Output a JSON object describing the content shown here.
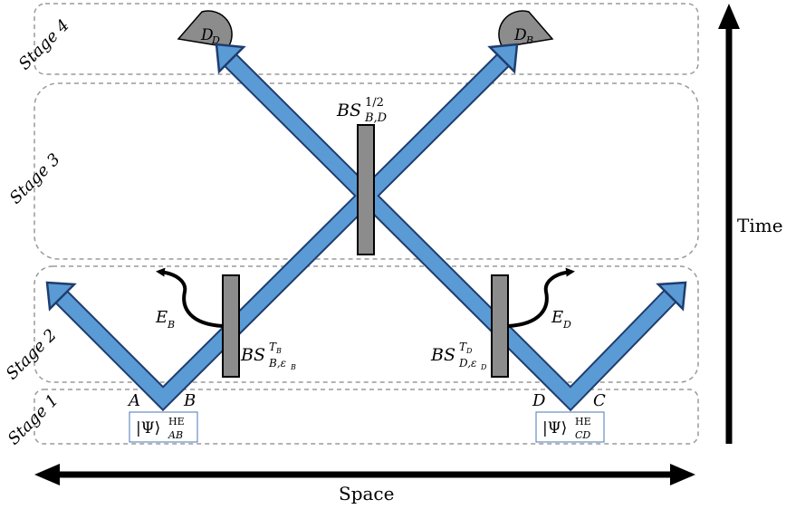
{
  "stages": [
    "Stage 1",
    "Stage 2",
    "Stage 3",
    "Stage 4"
  ],
  "axes": {
    "time": "Time",
    "space": "Space"
  },
  "detectors": {
    "left": {
      "main": "D",
      "sub": "D"
    },
    "right": {
      "main": "D",
      "sub": "B"
    }
  },
  "beam_splitters": {
    "center": {
      "main": "BS",
      "sup": "1/2",
      "sub": "B,D"
    },
    "left": {
      "main": "BS",
      "sup": "T",
      "sup_sub": "B",
      "sub": "B,ε",
      "sub_sub": "B"
    },
    "right": {
      "main": "BS",
      "sup": "T",
      "sup_sub": "D",
      "sub": "D,ε",
      "sub_sub": "D"
    }
  },
  "environment": {
    "left": {
      "main": "E",
      "sub": "B"
    },
    "right": {
      "main": "E",
      "sub": "D"
    }
  },
  "modes": {
    "a": "A",
    "b": "B",
    "c": "C",
    "d": "D"
  },
  "states": {
    "left": {
      "ket": "|Ψ⟩",
      "sup": "HE",
      "sub": "AB"
    },
    "right": {
      "ket": "|Ψ⟩",
      "sup": "HE",
      "sub": "CD"
    }
  },
  "colors": {
    "beam": "#5b9bd5",
    "beam_edge": "#1f3d6e",
    "component": "#8c8c8c",
    "stage_border": "#9a9a9a"
  }
}
